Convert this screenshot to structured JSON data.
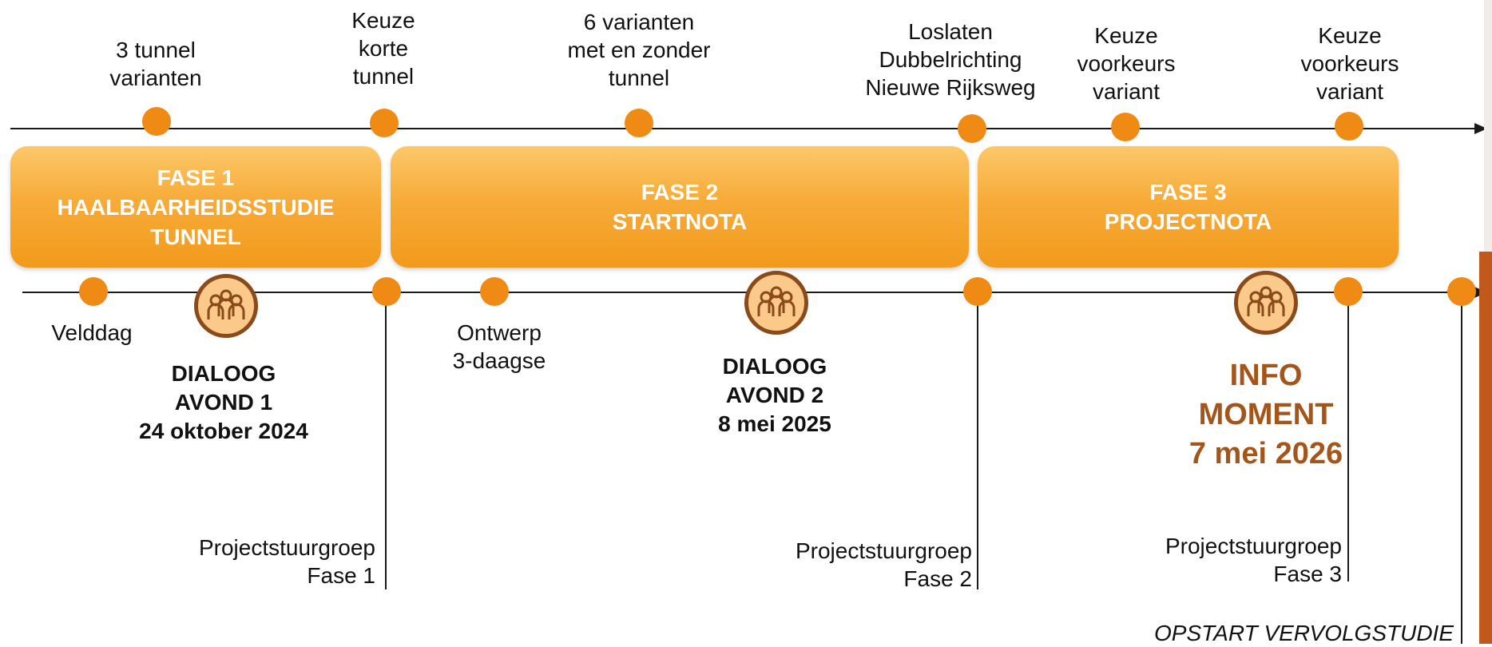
{
  "top_milestones": [
    {
      "lines": [
        "3 tunnel",
        "varianten"
      ]
    },
    {
      "lines": [
        "Keuze",
        "korte",
        "tunnel"
      ]
    },
    {
      "lines": [
        "6 varianten",
        "met en zonder",
        "tunnel"
      ]
    },
    {
      "lines": [
        "Loslaten",
        "Dubbelrichting",
        "Nieuwe Rijksweg"
      ]
    },
    {
      "lines": [
        "Keuze",
        "voorkeurs",
        "variant"
      ]
    },
    {
      "lines": [
        "Keuze",
        "voorkeurs",
        "variant"
      ]
    }
  ],
  "phases": [
    {
      "lines": [
        "FASE 1",
        "HAALBAARHEIDSSTUDIE",
        "TUNNEL"
      ]
    },
    {
      "lines": [
        "FASE 2",
        "STARTNOTA"
      ]
    },
    {
      "lines": [
        "FASE 3",
        "PROJECTNOTA"
      ]
    }
  ],
  "bottom_milestones": {
    "velddag": "Velddag",
    "ontwerp": [
      "Ontwerp",
      "3-daagse"
    ]
  },
  "dialogs": [
    {
      "lines": [
        "DIALOOG",
        "AVOND 1",
        "24 oktober 2024"
      ],
      "icon": "people-group-icon"
    },
    {
      "lines": [
        "DIALOOG",
        "AVOND 2",
        "8 mei 2025"
      ],
      "icon": "people-group-icon"
    }
  ],
  "info_moment": {
    "lines": [
      "INFO",
      "MOMENT",
      "7 mei 2026"
    ],
    "icon": "people-group-icon",
    "color": "#a4551a"
  },
  "steering_groups": [
    {
      "lines": [
        "Projectstuurgroep",
        "Fase 1"
      ]
    },
    {
      "lines": [
        "Projectstuurgroep",
        "Fase 2"
      ]
    },
    {
      "lines": [
        "Projectstuurgroep",
        "Fase 3"
      ]
    }
  ],
  "follow_up": "OPSTART VERVOLGSTUDIE",
  "colors": {
    "dot": "#ef8a14",
    "phase": "#f7ab38",
    "info": "#a4551a",
    "line": "#1a1a1a"
  }
}
